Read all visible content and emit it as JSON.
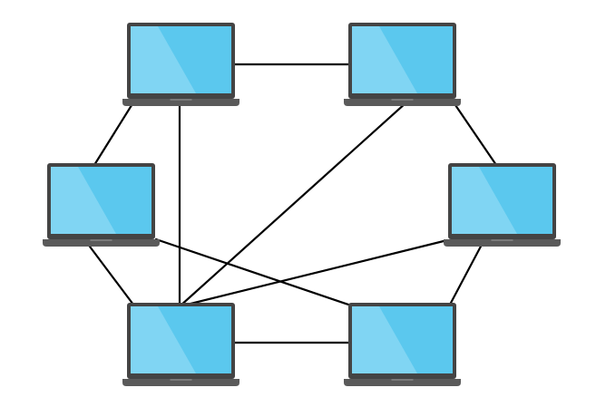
{
  "diagram": {
    "type": "network-topology",
    "node_icon": "laptop-icon",
    "colors": {
      "screen": "#5BC8EE",
      "screen_highlight": "#8CDAF4",
      "bezel": "#444444",
      "base": "#5A5A5A",
      "link": "#000000",
      "background": "#FFFFFF"
    },
    "nodes": [
      {
        "id": "laptop-top-left"
      },
      {
        "id": "laptop-top-right"
      },
      {
        "id": "laptop-mid-left"
      },
      {
        "id": "laptop-mid-right"
      },
      {
        "id": "laptop-bottom-left"
      },
      {
        "id": "laptop-bottom-right"
      }
    ],
    "links": [
      {
        "from": "laptop-top-left",
        "to": "laptop-top-right"
      },
      {
        "from": "laptop-top-left",
        "to": "laptop-mid-left"
      },
      {
        "from": "laptop-top-left",
        "to": "laptop-bottom-left"
      },
      {
        "from": "laptop-top-right",
        "to": "laptop-mid-right"
      },
      {
        "from": "laptop-top-right",
        "to": "laptop-bottom-left"
      },
      {
        "from": "laptop-mid-left",
        "to": "laptop-bottom-left"
      },
      {
        "from": "laptop-mid-left",
        "to": "laptop-bottom-right"
      },
      {
        "from": "laptop-mid-right",
        "to": "laptop-bottom-left"
      },
      {
        "from": "laptop-mid-right",
        "to": "laptop-bottom-right"
      },
      {
        "from": "laptop-bottom-left",
        "to": "laptop-bottom-right"
      }
    ]
  }
}
